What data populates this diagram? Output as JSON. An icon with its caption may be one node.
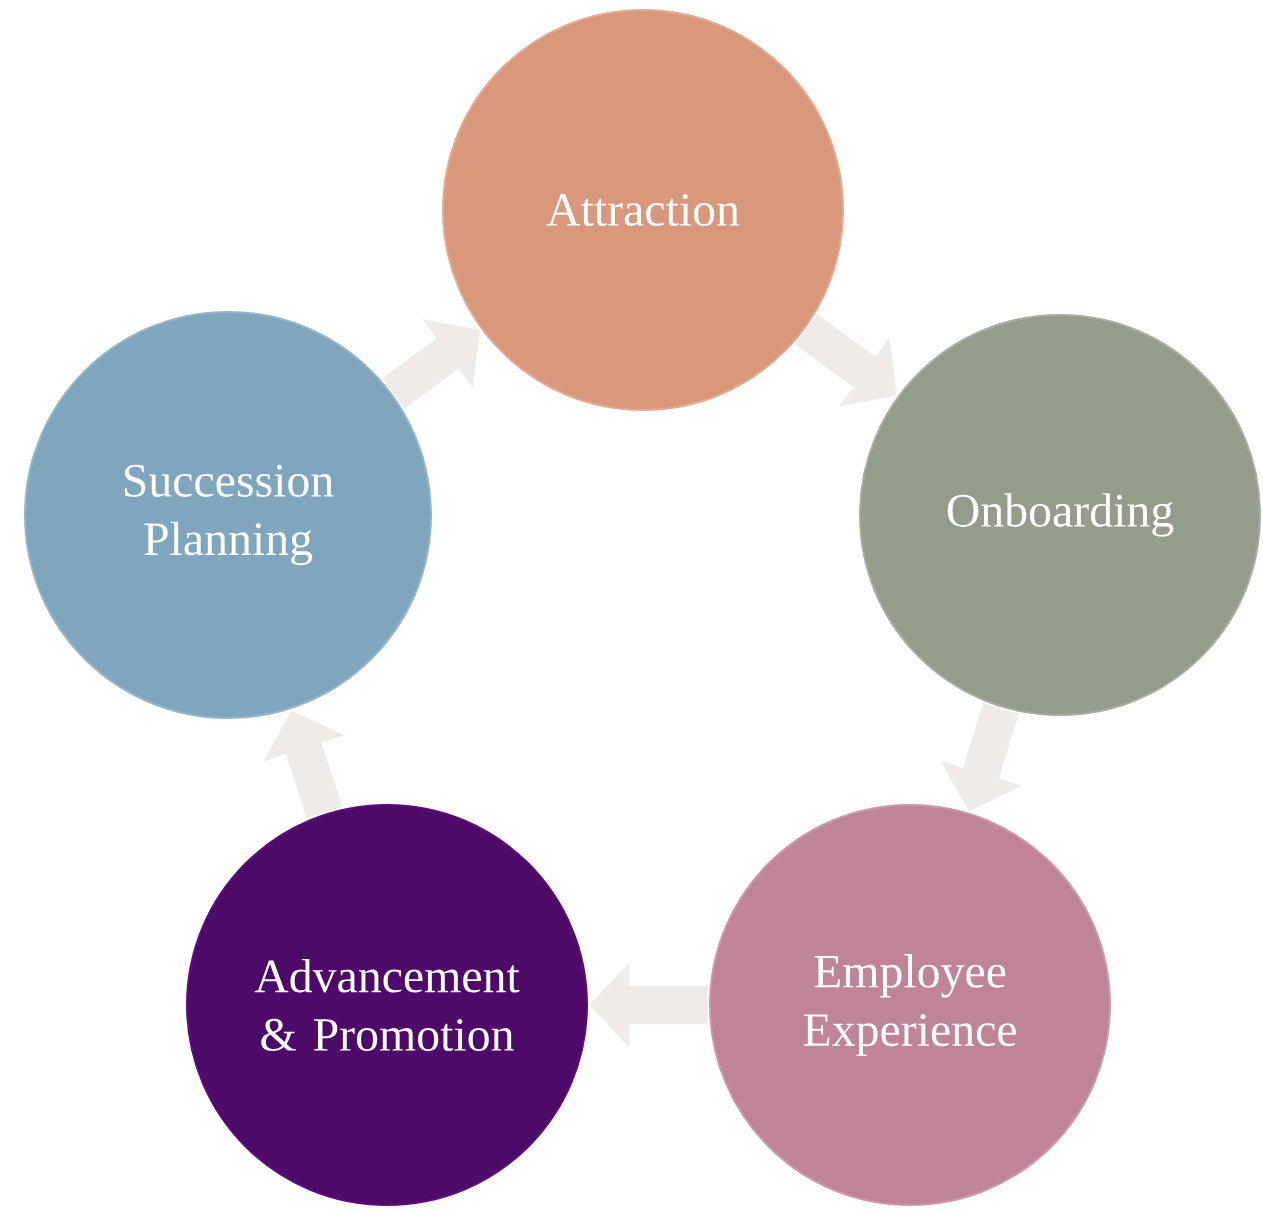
{
  "diagram": {
    "nodes": [
      {
        "text": [
          "Attraction"
        ]
      },
      {
        "text": [
          "Onboarding"
        ]
      },
      {
        "text": [
          "Employee Experience"
        ]
      },
      {
        "text": [
          "Advancement & Promotion"
        ]
      },
      {
        "text": [
          "Succession Planning"
        ]
      }
    ],
    "edges": [
      {
        "from": 0,
        "to": 1,
        "arrow": "to"
      },
      {
        "from": 1,
        "to": 2,
        "arrow": "to"
      },
      {
        "from": 2,
        "to": 3,
        "arrow": "to"
      },
      {
        "from": 3,
        "to": 4,
        "arrow": "to"
      },
      {
        "from": 4,
        "to": 0,
        "arrow": "to"
      }
    ]
  }
}
